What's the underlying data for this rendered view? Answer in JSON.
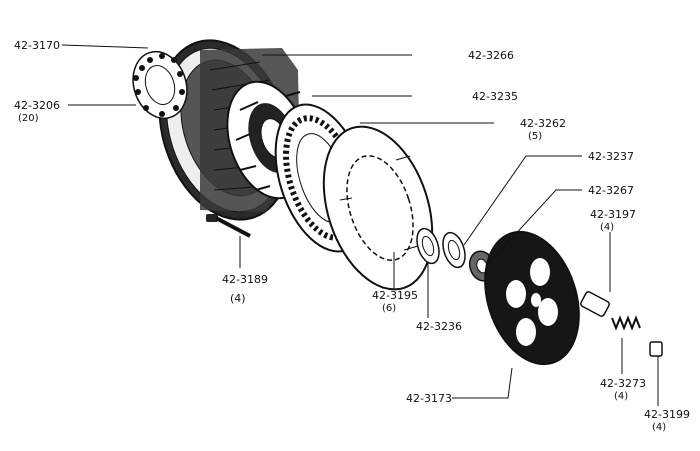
{
  "diagram": {
    "labels": {
      "p3170": "42-3170",
      "p3206": "42-3206",
      "p3206_qty": "(20)",
      "p3266": "42-3266",
      "p3235": "42-3235",
      "p3262": "42-3262",
      "p3262_qty": "(5)",
      "p3237": "42-3237",
      "p3267": "42-3267",
      "p3197": "42-3197",
      "p3197_qty": "(4)",
      "p3189": "42-3189",
      "p3189_qty": "(4)",
      "p3195": "42-3195",
      "p3195_qty": "(6)",
      "p3236": "42-3236",
      "p3173": "42-3173",
      "p3273": "42-3273",
      "p3273_qty": "(4)",
      "p3199": "42-3199",
      "p3199_qty": "(4)"
    },
    "colors": {
      "ink": "#111111",
      "background": "#ffffff"
    }
  }
}
